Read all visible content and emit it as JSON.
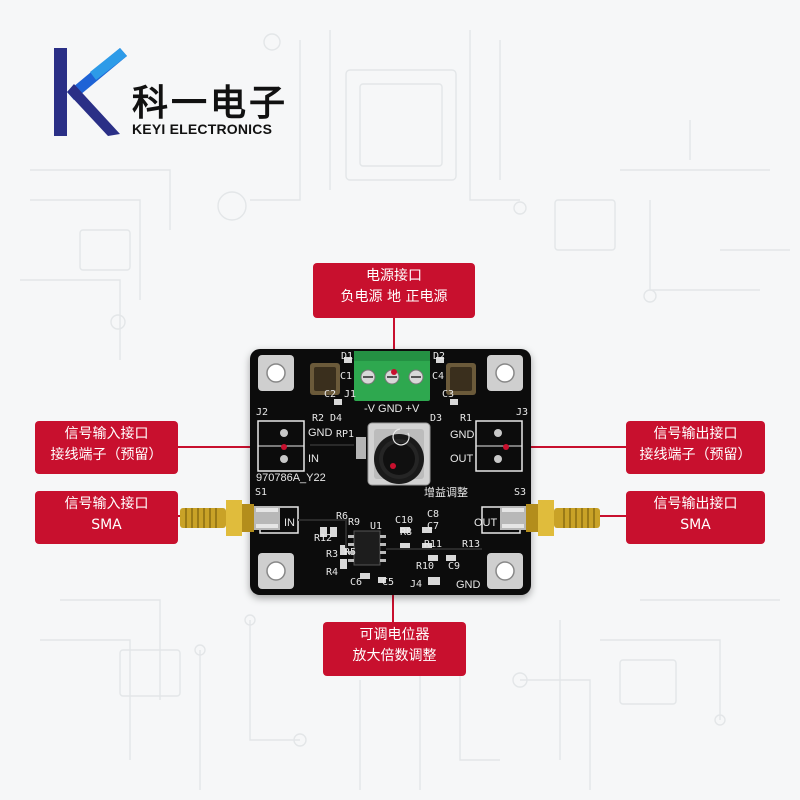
{
  "brand": {
    "logo_letter": "K",
    "name_cn": "科一电子",
    "name_en": "KEYI ELECTRONICS"
  },
  "callouts": {
    "power": {
      "line1": "电源接口",
      "line2": "负电源  地  正电源"
    },
    "input_terminal": {
      "line1": "信号输入接口",
      "line2": "接线端子（预留）"
    },
    "output_terminal": {
      "line1": "信号输出接口",
      "line2": "接线端子（预留）"
    },
    "input_sma": {
      "line1": "信号输入接口",
      "line2": "SMA"
    },
    "output_sma": {
      "line1": "信号输出接口",
      "line2": "SMA"
    },
    "potentiometer": {
      "line1": "可调电位器",
      "line2": "放大倍数调整"
    }
  },
  "board": {
    "power_labels": "-V GND +V",
    "gain_label": "增益调整",
    "model": "970786A_Y22",
    "labels": {
      "j1": "J1",
      "j2": "J2",
      "j3": "J3",
      "j4": "J4",
      "s1": "S1",
      "s3": "S3",
      "d1": "D1",
      "d2": "D2",
      "d3": "D3",
      "d4": "D4",
      "c1": "C1",
      "c2": "C2",
      "c3": "C3",
      "c4": "C4",
      "c5": "C5",
      "c6": "C6",
      "c7": "C7",
      "c8": "C8",
      "c9": "C9",
      "c10": "C10",
      "r1": "R1",
      "r2": "R2",
      "r3": "R3",
      "r4": "R4",
      "r5": "R5",
      "r6": "R6",
      "r8": "R8",
      "r9": "R9",
      "r10": "R10",
      "r11": "R11",
      "r12": "R12",
      "r13": "R13",
      "rp1": "RP1",
      "u1": "U1",
      "in": "IN",
      "out": "OUT",
      "gnd": "GND"
    }
  },
  "colors": {
    "accent_red": "#c8102e",
    "logo_blue": "#1e63d6",
    "logo_navy": "#2a2f86",
    "terminal_green": "#2ea84f",
    "gold": "#c9a227",
    "board_black": "#0c0c0c"
  }
}
